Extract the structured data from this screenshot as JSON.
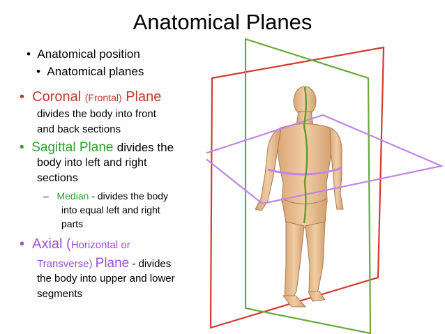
{
  "title": "Anatomical Planes",
  "intro": [
    "Anatomical position",
    "Anatomical planes"
  ],
  "coronal": {
    "name": "Coronal",
    "alt": "(Frontal)",
    "word": "Plane",
    "line1": "divides the body into front",
    "line2": "and back sections"
  },
  "sagittal": {
    "name": "Sagittal Plane",
    "rest1": "divides the",
    "line2": "body into left and right",
    "line3": "sections",
    "median": {
      "name": "Median",
      "rest1": " - divides the body",
      "line2": "into equal left and right",
      "line3": "parts"
    }
  },
  "axial": {
    "name": "Axial (",
    "alt1": "Horizontal or",
    "alt2": "Transverse)",
    "word": "Plane",
    "rest2": " - divides",
    "line3": "the body into upper and lower",
    "line4": "segments"
  },
  "colors": {
    "coronal": "#c0392b",
    "sagittal": "#2e9e2e",
    "axial": "#9b4fd1",
    "skin": "#e8c197"
  }
}
